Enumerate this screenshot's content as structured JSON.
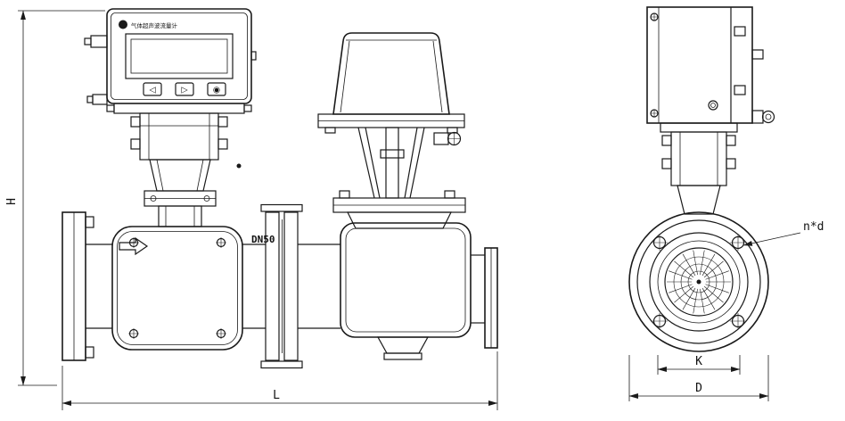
{
  "dims": {
    "height": "H",
    "length": "L",
    "inner_circle": "K",
    "outer_diameter": "D"
  },
  "annotations": {
    "bolt_note": "n*d",
    "nominal_size": "DN50"
  },
  "display": {
    "title": "气体超声波流量计",
    "btn_left": "◁",
    "btn_right": "▷",
    "btn_enter": "◉"
  }
}
